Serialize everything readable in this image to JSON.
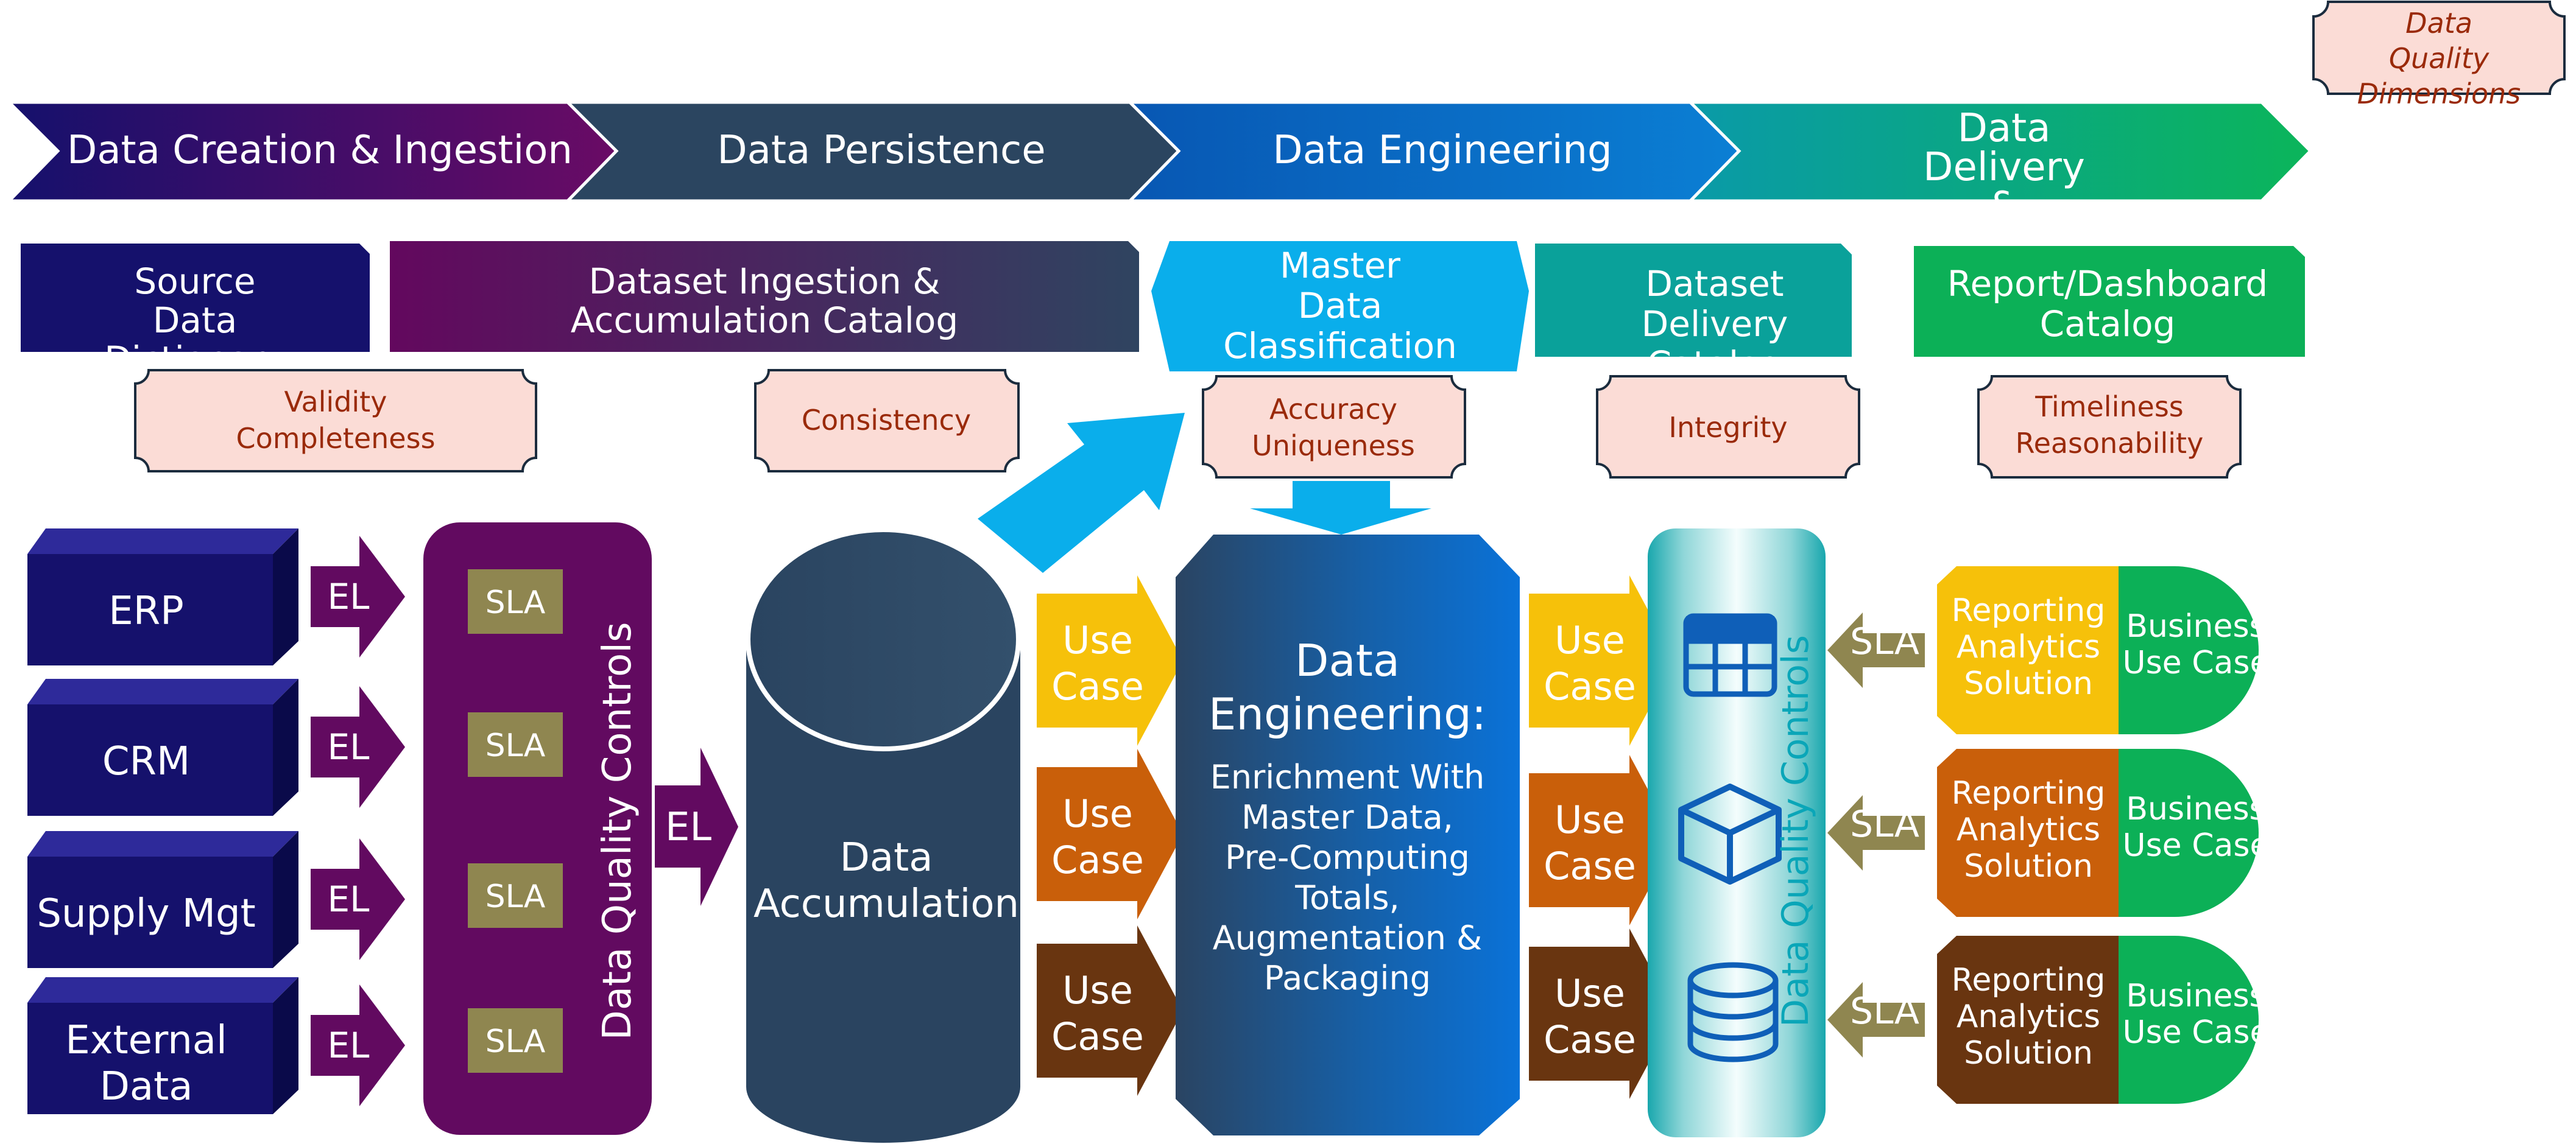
{
  "legend_label": "Data Quality Dimensions",
  "stages": {
    "creation": "Data Creation & Ingestion",
    "persistence": "Data Persistence",
    "engineering": "Data Engineering",
    "delivery": "Data Delivery & Consumption"
  },
  "catalogs": {
    "source": "Source Data Dictionary",
    "ingestion": "Dataset Ingestion & Accumulation Catalog",
    "master": "Master Data Classification Hierarchies",
    "delivery": "Dataset Delivery Catalog",
    "report": "Report/Dashboard Catalog"
  },
  "dimensions": {
    "source": "Validity Completeness",
    "ingestion": "Consistency",
    "master": "Accuracy Uniqueness",
    "delivery": "Integrity",
    "report": "Timeliness Reasonability"
  },
  "sources": [
    "ERP",
    "CRM",
    "Supply Mgt",
    "External Data"
  ],
  "el_label": "EL",
  "sla_label": "SLA",
  "dq_controls_label": "Data Quality Controls",
  "accumulation_label": "Data Accumulation",
  "use_case_label": "Use Case",
  "engineering": {
    "title": "Data Engineering:",
    "detail": "Enrichment With Master Data, Pre-Computing Totals, Augmentation & Packaging"
  },
  "consumers": {
    "solution_label": "Reporting Analytics Solution",
    "business_label": "Business Use Case"
  },
  "colors": {
    "navy": "#14146e",
    "purple": "#620a60",
    "slate": "#2b4560",
    "sky": "#0aaeeb",
    "teal": "#0aa19a",
    "green": "#0cb057",
    "sla_olive": "#8f8650",
    "dq_pink": "#fbdcd6",
    "gold": "#f6c10a",
    "orange": "#c95f0a",
    "brown": "#693510"
  }
}
